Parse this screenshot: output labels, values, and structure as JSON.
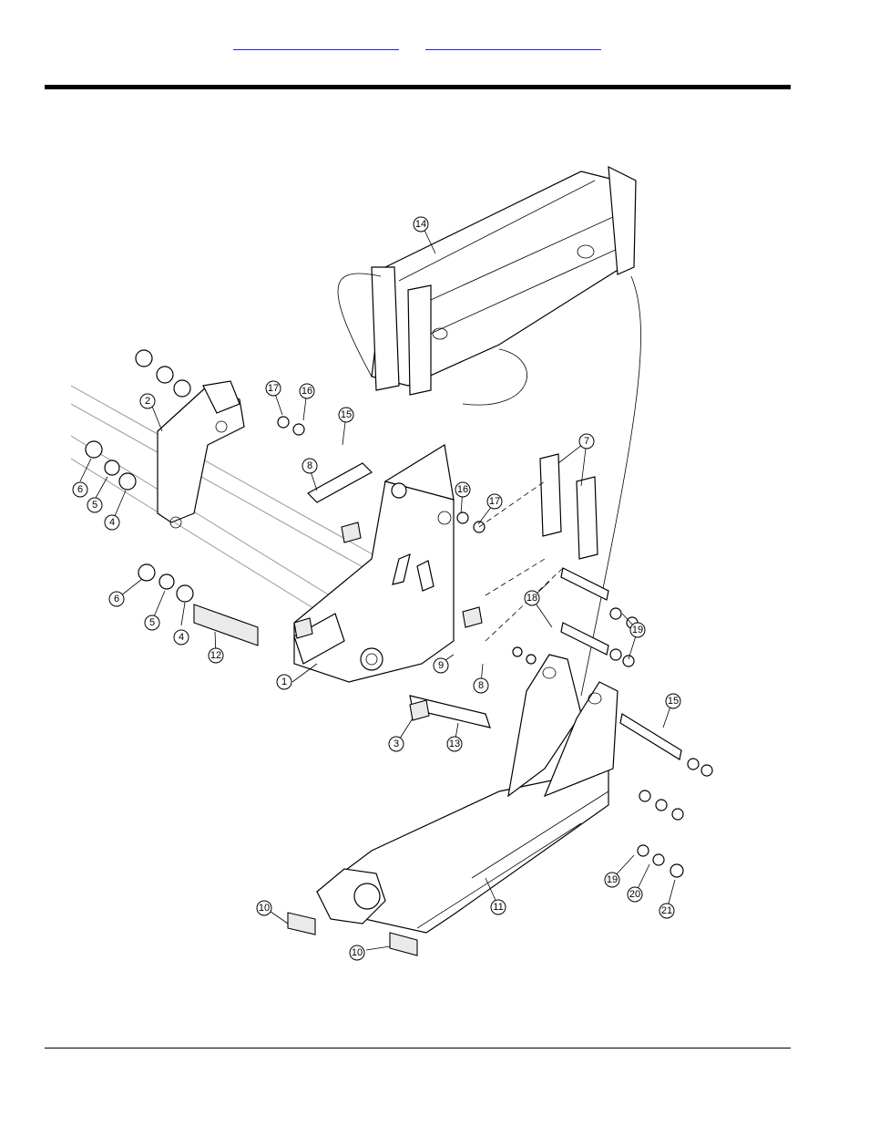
{
  "header": {
    "links": [
      {
        "label": ""
      },
      {
        "label": ""
      }
    ]
  },
  "diagram": {
    "callouts": [
      {
        "label": "1"
      },
      {
        "label": "2"
      },
      {
        "label": "3"
      },
      {
        "label": "4"
      },
      {
        "label": "4"
      },
      {
        "label": "5"
      },
      {
        "label": "5"
      },
      {
        "label": "6"
      },
      {
        "label": "6"
      },
      {
        "label": "7"
      },
      {
        "label": "8"
      },
      {
        "label": "8"
      },
      {
        "label": "9"
      },
      {
        "label": "10"
      },
      {
        "label": "10"
      },
      {
        "label": "11"
      },
      {
        "label": "12"
      },
      {
        "label": "13"
      },
      {
        "label": "14"
      },
      {
        "label": "15"
      },
      {
        "label": "15"
      },
      {
        "label": "16"
      },
      {
        "label": "16"
      },
      {
        "label": "17"
      },
      {
        "label": "17"
      },
      {
        "label": "18"
      },
      {
        "label": "19"
      },
      {
        "label": "19"
      },
      {
        "label": "20"
      },
      {
        "label": "21"
      }
    ]
  }
}
